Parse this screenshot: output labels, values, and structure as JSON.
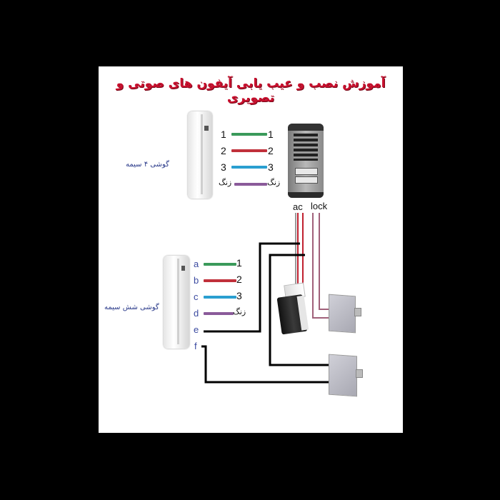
{
  "diagram": {
    "title": "آموزش نصب و عیب یابی آیفون های صوتی و تصویری",
    "colors": {
      "title": "#c8102e",
      "wire_1": "#3a9a5a",
      "wire_2": "#c0303a",
      "wire_3": "#2a9fd0",
      "wire_ring": "#8a5a9a",
      "wire_black": "#000000",
      "wire_ac": "#c02030",
      "wire_lock": "#a0607a",
      "label_blue": "#2a3a8a"
    },
    "top_section": {
      "handset_label": "گوشی ۴ سیمه",
      "left_terminals": [
        "1",
        "2",
        "3",
        "زنگ"
      ],
      "right_terminals": [
        "1",
        "2",
        "3",
        "زنگ"
      ],
      "panel_terminals": [
        "ac",
        "lock"
      ]
    },
    "bottom_section": {
      "handset_label": "گوشی شش سیمه",
      "handset_terminals": [
        "a",
        "b",
        "c",
        "d",
        "e",
        "f"
      ],
      "right_terminals": [
        "1",
        "2",
        "3",
        "زنگ"
      ]
    },
    "components": [
      {
        "name": "4-wire handset"
      },
      {
        "name": "door panel"
      },
      {
        "name": "6-wire handset"
      },
      {
        "name": "power supply"
      },
      {
        "name": "door lock 1"
      },
      {
        "name": "door lock 2"
      }
    ]
  }
}
